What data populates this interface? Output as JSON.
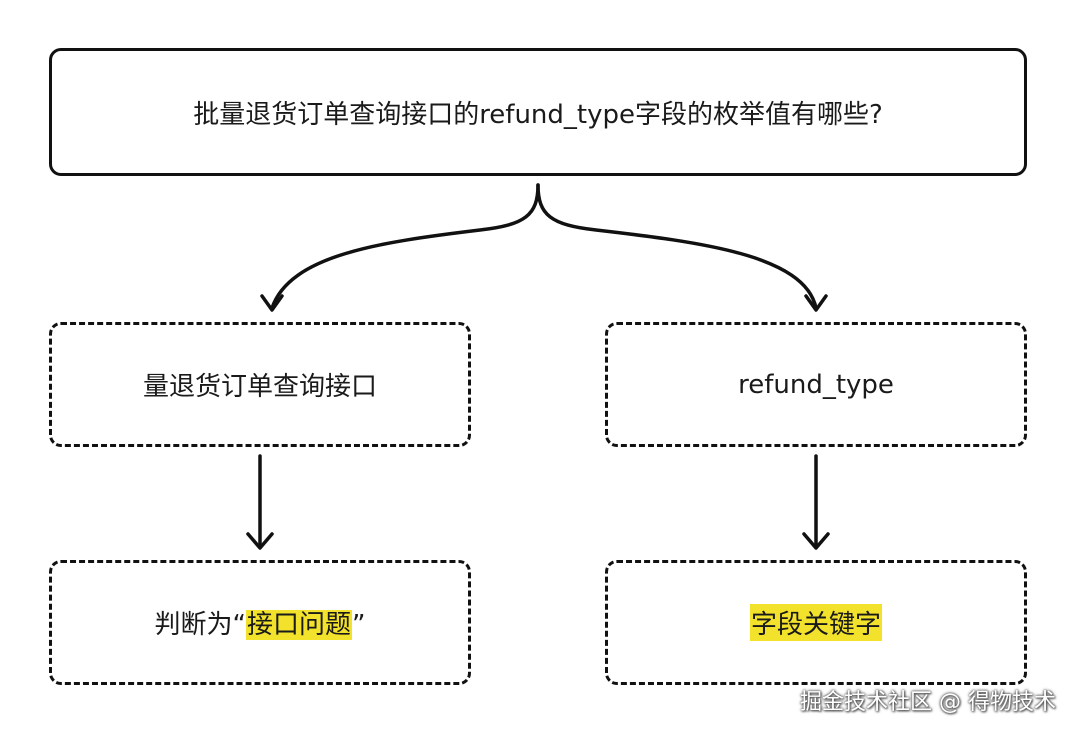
{
  "question": {
    "text": "批量退货订单查询接口的refund_type字段的枚举值有哪些?"
  },
  "left_branch": {
    "keyword": "量退货订单查询接口",
    "result_prefix": "判断为“",
    "result_highlight": "接口问题",
    "result_suffix": "”"
  },
  "right_branch": {
    "keyword": "refund_type",
    "result_highlight": "字段关键字"
  },
  "watermark": {
    "text": "掘金技术社区 @ 得物技术"
  },
  "colors": {
    "stroke": "#111111",
    "highlight": "#f2e22b",
    "background": "#ffffff"
  }
}
